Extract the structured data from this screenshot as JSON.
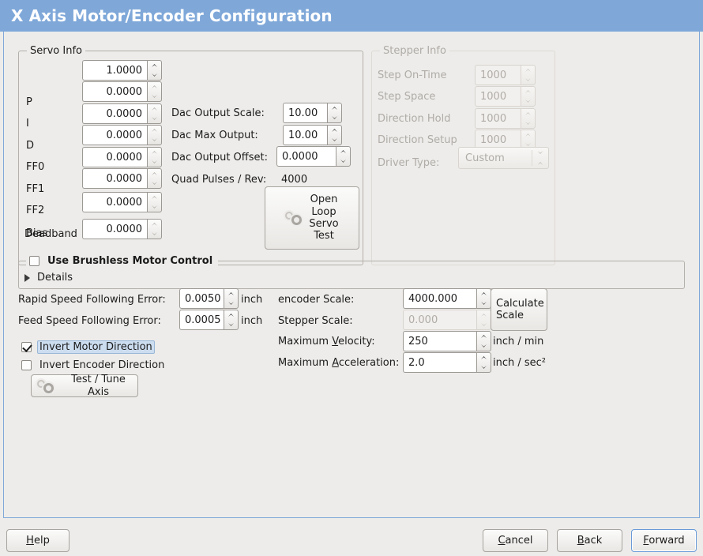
{
  "window": {
    "title": "X Axis Motor/Encoder Configuration",
    "title_bg": "#7fa8d9",
    "title_fg": "#ffffff",
    "bg": "#edecea",
    "border_color": "#7fa8d9"
  },
  "servo_info": {
    "legend": "Servo Info",
    "pid_rows": [
      {
        "label": "P",
        "value": "1.0000"
      },
      {
        "label": "I",
        "value": "0.0000"
      },
      {
        "label": "D",
        "value": "0.0000"
      },
      {
        "label": "FF0",
        "value": "0.0000"
      },
      {
        "label": "FF1",
        "value": "0.0000"
      },
      {
        "label": "FF2",
        "value": "0.0000"
      },
      {
        "label": "Bias",
        "value": "0.0000"
      },
      {
        "label": "Deadband",
        "value": "0.0000"
      }
    ],
    "dac_output_scale_label": "Dac Output Scale:",
    "dac_output_scale_value": "10.00",
    "dac_max_output_label": "Dac Max Output:",
    "dac_max_output_value": "10.00",
    "dac_output_offset_label": "Dac Output Offset:",
    "dac_output_offset_value": "0.0000",
    "quad_pulses_label": "Quad Pulses / Rev:",
    "quad_pulses_value": "4000",
    "open_loop_button": "Open\nLoop\nServo\nTest"
  },
  "stepper_info": {
    "legend": "Stepper Info",
    "enabled": false,
    "rows": [
      {
        "label": "Step On-Time",
        "value": "1000"
      },
      {
        "label": "Step Space",
        "value": "1000"
      },
      {
        "label": "Direction Hold",
        "value": "1000"
      },
      {
        "label": "Direction Setup",
        "value": "1000"
      }
    ],
    "driver_type_label": "Driver Type:",
    "driver_type_value": "Custom"
  },
  "brushless": {
    "checkbox_label": "Use Brushless Motor Control",
    "checked": false,
    "details_label": "Details",
    "details_expanded": false
  },
  "following_error": {
    "rapid_label": "Rapid Speed Following Error:",
    "rapid_value": "0.0050",
    "rapid_unit": "inch",
    "feed_label": "Feed Speed Following Error:",
    "feed_value": "0.0005",
    "feed_unit": "inch"
  },
  "direction": {
    "invert_motor_label": "Invert Motor Direction",
    "invert_motor_checked": true,
    "invert_motor_focused": true,
    "invert_encoder_label": "Invert Encoder Direction",
    "invert_encoder_checked": false,
    "test_tune_button": "Test / Tune Axis"
  },
  "scales": {
    "encoder_scale_label": "encoder Scale:",
    "encoder_scale_value": "4000.000",
    "stepper_scale_label": "Stepper Scale:",
    "stepper_scale_value": "0.000",
    "stepper_scale_enabled": false,
    "calculate_scale_button": "Calculate\nScale",
    "max_velocity_label": "Maximum Velocity:",
    "max_velocity_value": "250",
    "max_velocity_unit": "inch / min",
    "max_accel_label": "Maximum Acceleration:",
    "max_accel_value": "2.0",
    "max_accel_unit": "inch / sec²"
  },
  "footer": {
    "help": "Help",
    "cancel": "Cancel",
    "back": "Back",
    "forward": "Forward",
    "focused_button": "Forward"
  }
}
